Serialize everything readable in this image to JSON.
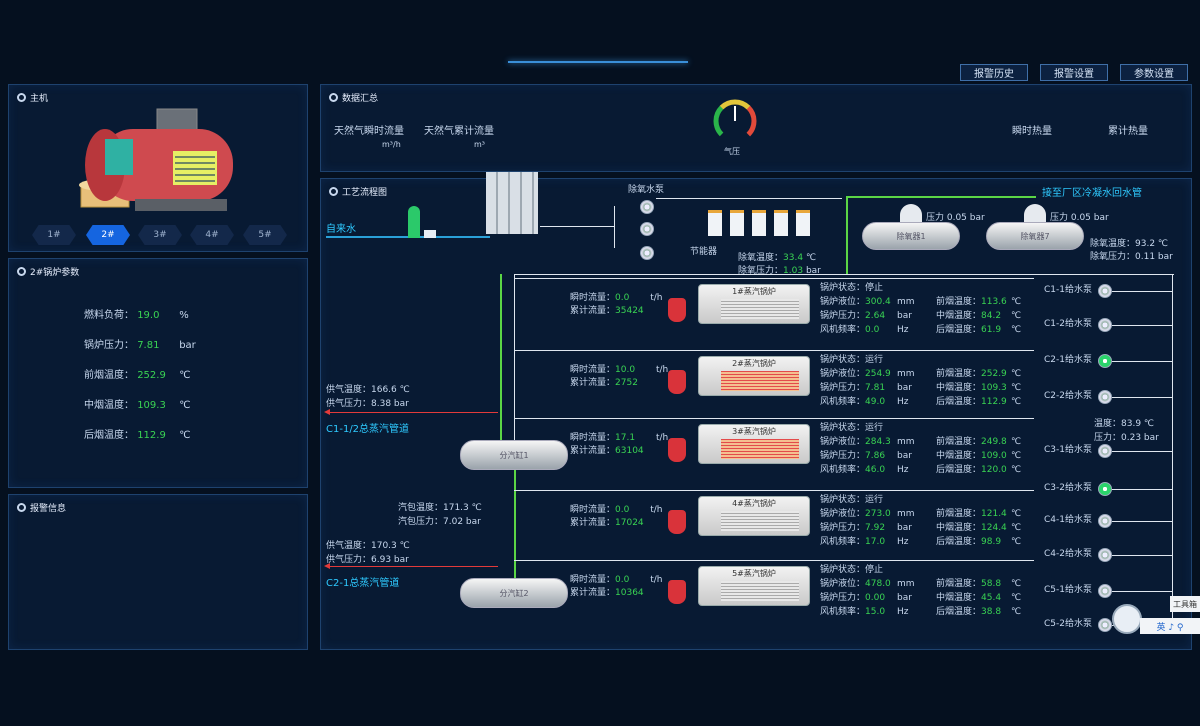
{
  "header": {
    "buttons": [
      "报警历史",
      "报警设置",
      "参数设置"
    ]
  },
  "left": {
    "main_title": "主机",
    "tabs": [
      "1#",
      "2#",
      "3#",
      "4#",
      "5#"
    ],
    "active_tab": 1,
    "params_title": "2#锅炉参数",
    "params": [
      {
        "label": "燃料负荷：",
        "value": "19.0",
        "unit": "%"
      },
      {
        "label": "锅炉压力：",
        "value": "7.81",
        "unit": "bar"
      },
      {
        "label": "前烟温度：",
        "value": "252.9",
        "unit": "℃"
      },
      {
        "label": "中烟温度：",
        "value": "109.3",
        "unit": "℃"
      },
      {
        "label": "后烟温度：",
        "value": "112.9",
        "unit": "℃"
      }
    ],
    "alarm_title": "报警信息"
  },
  "summary": {
    "title": "数据汇总",
    "gas_instant": "天然气瞬时流量",
    "gas_instant_unit": "m³/h",
    "gas_total": "天然气累计流量",
    "gas_total_unit": "m³",
    "gauge_label": "气压",
    "heat_instant": "瞬时热量",
    "heat_total": "累计热量"
  },
  "process": {
    "title": "工艺流程图",
    "tap_water": "自来水",
    "deaerator_pump": "除氧水泵",
    "economizer": "节能器",
    "dea_temp_label": "除氧温度：",
    "dea_temp": "33.4",
    "dea_temp_unit": "℃",
    "dea_pressure_label": "除氧压力：",
    "dea_pressure": "1.03",
    "dea_pressure_unit": "bar",
    "pipe_label": "接至厂区冷凝水回水管",
    "tank1": "除氧器1",
    "tank2": "除氧器7",
    "tank1_pressure": "压力 0.05 bar",
    "tank2_pressure": "压力 0.05 bar",
    "tank_temp": "除氧温度：93.2 ℃",
    "tank_press": "除氧压力：0.11 bar",
    "hdr1_temp": "供气温度：166.6 ℃",
    "hdr1_press": "供气压力：8.38 bar",
    "hdr1_line": "C1-1/2总蒸汽管道",
    "hdr1": "分汽缸1",
    "hdr2_temp_in": "汽包温度：171.3 ℃",
    "hdr2_press_in": "汽包压力：7.02 bar",
    "hdr2_temp": "供气温度：170.3 ℃",
    "hdr2_press": "供气压力：6.93 bar",
    "hdr2_line": "C2-1总蒸汽管道",
    "hdr2": "分汽缸2",
    "pump_mid_temp": "温度：83.9 ℃",
    "pump_mid_press": "压力：0.23 bar",
    "boilers": [
      {
        "name": "1#蒸汽锅炉",
        "flow": "0.0",
        "total": "35424",
        "state": "停止",
        "level": "300.4",
        "lvl_unit": "mm",
        "press": "2.64",
        "pr_unit": "bar",
        "freq": "0.0",
        "fq_unit": "Hz",
        "t1": "113.6",
        "t2": "84.2",
        "t3": "61.9",
        "hot": false
      },
      {
        "name": "2#蒸汽锅炉",
        "flow": "10.0",
        "total": "2752",
        "state": "运行",
        "level": "254.9",
        "lvl_unit": "mm",
        "press": "7.81",
        "pr_unit": "bar",
        "freq": "49.0",
        "fq_unit": "Hz",
        "t1": "252.9",
        "t2": "109.3",
        "t3": "112.9",
        "hot": true
      },
      {
        "name": "3#蒸汽锅炉",
        "flow": "17.1",
        "total": "63104",
        "state": "运行",
        "level": "284.3",
        "lvl_unit": "mm",
        "press": "7.86",
        "pr_unit": "bar",
        "freq": "46.0",
        "fq_unit": "Hz",
        "t1": "249.8",
        "t2": "109.0",
        "t3": "120.0",
        "hot": true
      },
      {
        "name": "4#蒸汽锅炉",
        "flow": "0.0",
        "total": "17024",
        "state": "运行",
        "level": "273.0",
        "lvl_unit": "mm",
        "press": "7.92",
        "pr_unit": "bar",
        "freq": "17.0",
        "fq_unit": "Hz",
        "t1": "121.4",
        "t2": "124.4",
        "t3": "98.9",
        "hot": false
      },
      {
        "name": "5#蒸汽锅炉",
        "flow": "0.0",
        "total": "10364",
        "state": "停止",
        "level": "478.0",
        "lvl_unit": "mm",
        "press": "0.00",
        "pr_unit": "bar",
        "freq": "15.0",
        "fq_unit": "Hz",
        "t1": "58.8",
        "t2": "45.4",
        "t3": "38.8",
        "hot": false
      }
    ],
    "flow_label": "瞬时流量：",
    "total_label": "累计流量：",
    "flow_unit": "t/h",
    "state_label": "锅炉状态：",
    "level_label": "锅炉液位：",
    "press_label": "锅炉压力：",
    "freq_label": "风机频率：",
    "t1_label": "前烟温度：",
    "t2_label": "中烟温度：",
    "t3_label": "后烟温度：",
    "t_unit": "℃",
    "pumps": [
      "C1-1给水泵",
      "C1-2给水泵",
      "C2-1给水泵",
      "C2-2给水泵",
      "C3-1给水泵",
      "C3-2给水泵",
      "C4-1给水泵",
      "C4-2给水泵",
      "C5-1给水泵",
      "C5-2给水泵"
    ]
  },
  "tray": {
    "text": "工具箱",
    "icons": "英 ♪ ⚲"
  }
}
